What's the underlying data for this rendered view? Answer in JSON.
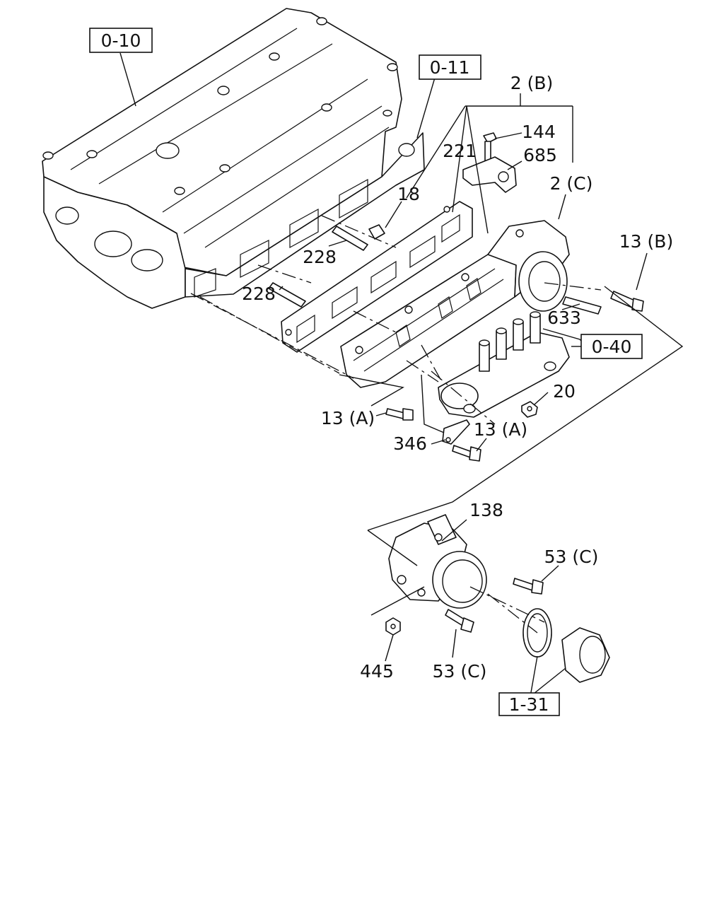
{
  "references": [
    {
      "id": "ref-0-10",
      "text": "0-10"
    },
    {
      "id": "ref-0-11",
      "text": "0-11"
    },
    {
      "id": "ref-0-40",
      "text": "0-40"
    },
    {
      "id": "ref-1-31",
      "text": "1-31"
    }
  ],
  "parts": [
    {
      "id": "p-2b",
      "text": "2 (B)"
    },
    {
      "id": "p-144",
      "text": "144"
    },
    {
      "id": "p-221",
      "text": "221"
    },
    {
      "id": "p-685",
      "text": "685"
    },
    {
      "id": "p-2c",
      "text": "2 (C)"
    },
    {
      "id": "p-18",
      "text": "18"
    },
    {
      "id": "p-13b",
      "text": "13 (B)"
    },
    {
      "id": "p-228a",
      "text": "228"
    },
    {
      "id": "p-228b",
      "text": "228"
    },
    {
      "id": "p-633",
      "text": "633"
    },
    {
      "id": "p-20",
      "text": "20"
    },
    {
      "id": "p-13a-1",
      "text": "13 (A)"
    },
    {
      "id": "p-346",
      "text": "346"
    },
    {
      "id": "p-13a-2",
      "text": "13 (A)"
    },
    {
      "id": "p-138",
      "text": "138"
    },
    {
      "id": "p-53c-1",
      "text": "53 (C)"
    },
    {
      "id": "p-445",
      "text": "445"
    },
    {
      "id": "p-53c-2",
      "text": "53 (C)"
    }
  ]
}
